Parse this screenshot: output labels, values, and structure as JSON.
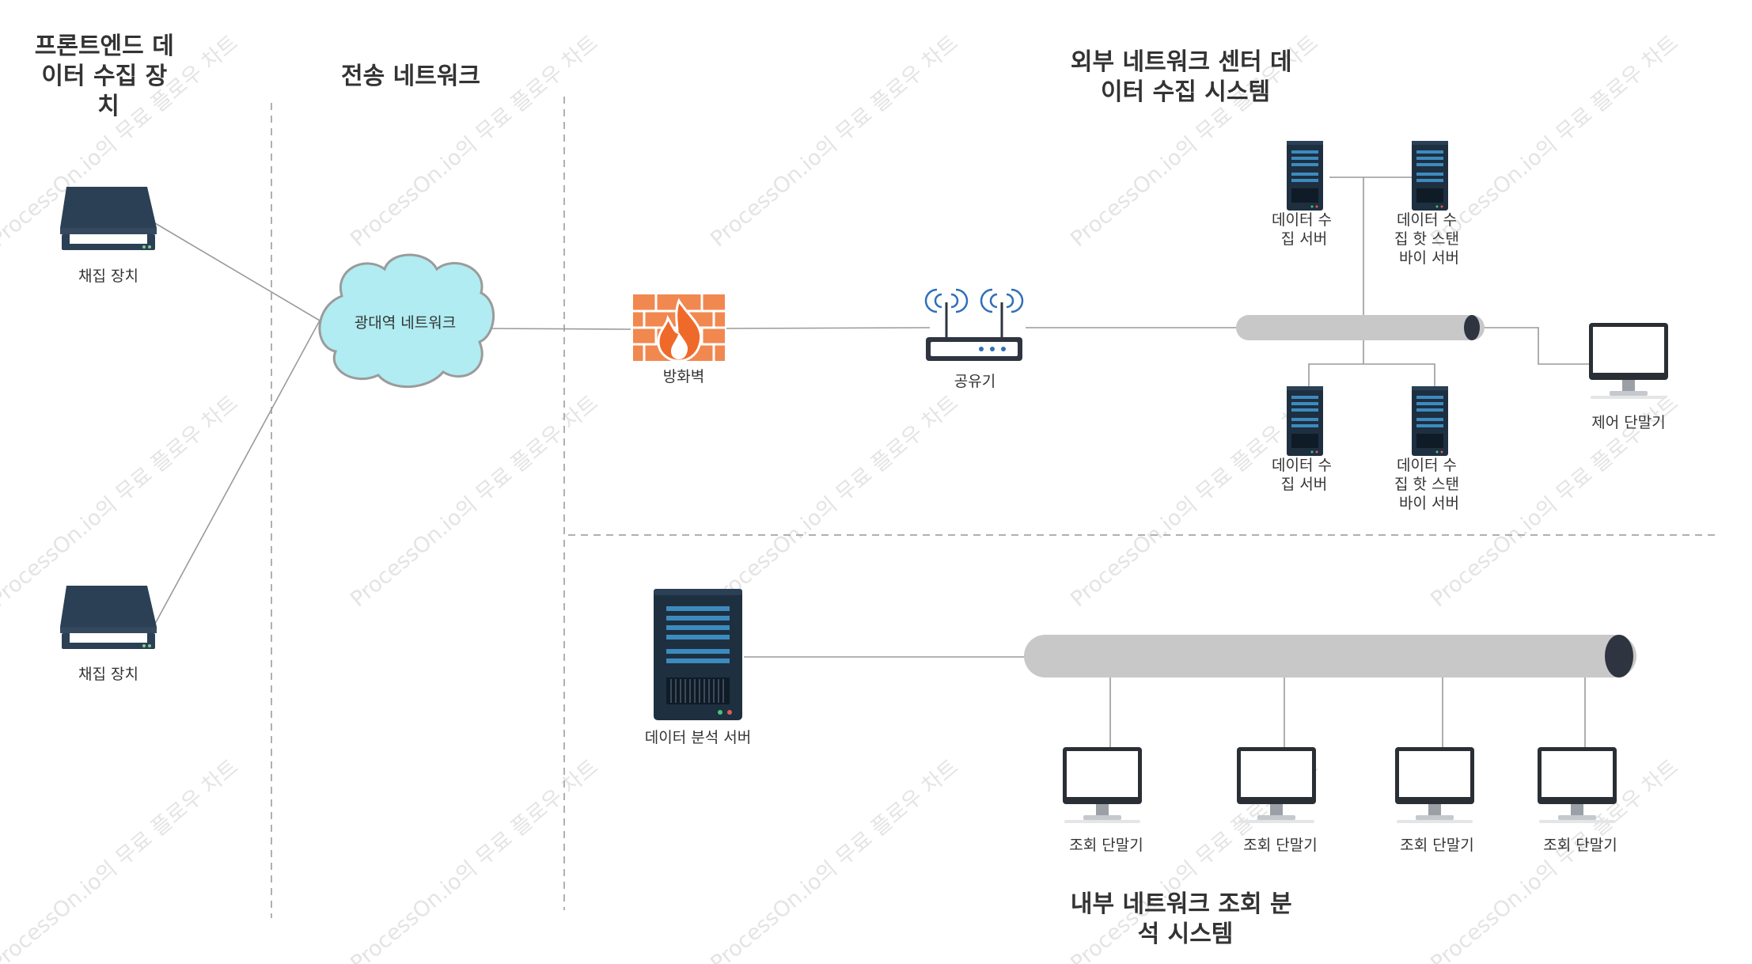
{
  "colors": {
    "line": "#9a9a9a",
    "dash": "#b0b0b0",
    "cloud_fill": "#b0ecf2",
    "cloud_stroke": "#9b9b9b",
    "firewall": "#f1884f",
    "server_dark": "#1e2f40",
    "server_bar": "#3c8bbf",
    "bus": "#c8c8c8",
    "bus_cap": "#2e3440",
    "monitor_frame": "#2a2f35",
    "scanner": "#2b4055"
  },
  "sections": {
    "frontend_title": [
      "프론트엔드 데",
      "이터 수집 장",
      "치"
    ],
    "transport_title": [
      "전송 네트워크"
    ],
    "external_title": [
      "외부 네트워크 센터 데",
      "이터 수집 시스템"
    ],
    "internal_title": [
      "내부 네트워크 조회 분",
      "석 시스템"
    ]
  },
  "nodes": {
    "scanner1": {
      "icon": "scanner-icon",
      "label": [
        "채집 장치"
      ]
    },
    "scanner2": {
      "icon": "scanner-icon",
      "label": [
        "채집 장치"
      ]
    },
    "cloud": {
      "icon": "cloud-icon",
      "label": [
        "광대역 네트워크"
      ]
    },
    "firewall": {
      "icon": "firewall-icon",
      "label": [
        "방화벽"
      ]
    },
    "router": {
      "icon": "router-icon",
      "label": [
        "공유기"
      ]
    },
    "server_top1": {
      "icon": "server-icon",
      "label": [
        "데이터 수",
        "집 서버"
      ]
    },
    "server_top2": {
      "icon": "server-icon",
      "label": [
        "데이터 수",
        "집 핫 스탠",
        "바이 서버"
      ]
    },
    "server_bot1": {
      "icon": "server-icon",
      "label": [
        "데이터 수",
        "집 서버"
      ]
    },
    "server_bot2": {
      "icon": "server-icon",
      "label": [
        "데이터 수",
        "집 핫 스탠",
        "바이 서버"
      ]
    },
    "control_terminal": {
      "icon": "monitor-icon",
      "label": [
        "제어 단말기"
      ]
    },
    "analysis_server": {
      "icon": "server-icon",
      "label": [
        "데이터 분석 서버"
      ]
    },
    "query1": {
      "icon": "monitor-icon",
      "label": [
        "조회 단말기"
      ]
    },
    "query2": {
      "icon": "monitor-icon",
      "label": [
        "조회 단말기"
      ]
    },
    "query3": {
      "icon": "monitor-icon",
      "label": [
        "조회 단말기"
      ]
    },
    "query4": {
      "icon": "monitor-icon",
      "label": [
        "조회 단말기"
      ]
    }
  },
  "watermark": "ProcessOn.io의 무료 플로우 차트"
}
